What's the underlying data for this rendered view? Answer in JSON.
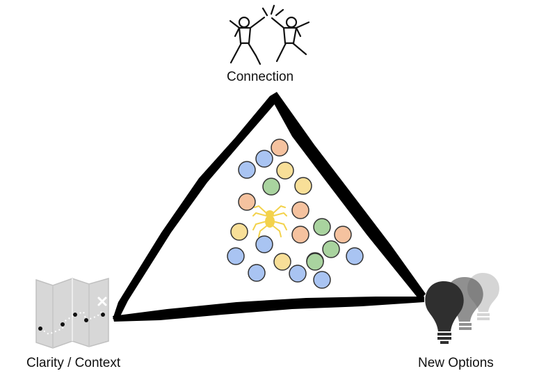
{
  "diagram": {
    "vertices": {
      "top": {
        "label": "Connection",
        "icon": "high-five-people-icon"
      },
      "left": {
        "label": "Clarity / Context",
        "icon": "map-icon"
      },
      "right": {
        "label": "New Options",
        "icon": "light-bulbs-icon"
      }
    },
    "center_icon": "spider-icon",
    "colors": {
      "blue": "#a9c4f2",
      "orange": "#f5c29f",
      "yellow": "#f8df98",
      "green": "#a9d39f",
      "spider": "#f3d24b",
      "outline": "#000000"
    },
    "balls": [
      "orange",
      "blue",
      "blue",
      "yellow",
      "green",
      "yellow",
      "orange",
      "orange",
      "yellow",
      "green",
      "orange",
      "orange",
      "blue",
      "green",
      "blue",
      "yellow",
      "green",
      "blue",
      "blue",
      "green",
      "blue",
      "blue"
    ]
  }
}
